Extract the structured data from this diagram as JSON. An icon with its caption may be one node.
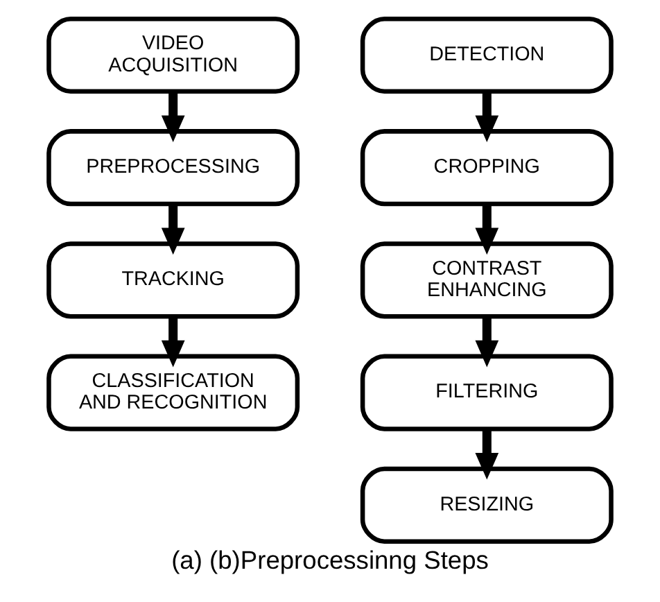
{
  "diagram": {
    "caption": "(a) (b)Preprocessinng Steps",
    "nodes": [
      {
        "text": [
          "VIDEO ACQUISITION"
        ]
      },
      {
        "text": [
          "PREPROCESSING"
        ]
      },
      {
        "text": [
          "TRACKING"
        ]
      },
      {
        "text": [
          "CLASSIFICATION AND RECOGNITION"
        ]
      },
      {
        "text": [
          "DETECTION"
        ]
      },
      {
        "text": [
          "CROPPING"
        ]
      },
      {
        "text": [
          "CONTRAST ENHANCING"
        ]
      },
      {
        "text": [
          "FILTERING"
        ]
      },
      {
        "text": [
          "RESIZING"
        ]
      }
    ],
    "edges": [
      {
        "from": 0,
        "to": 1,
        "arrow": "to"
      },
      {
        "from": 1,
        "to": 2,
        "arrow": "to"
      },
      {
        "from": 2,
        "to": 3,
        "arrow": "to"
      },
      {
        "from": 4,
        "to": 5,
        "arrow": "to"
      },
      {
        "from": 5,
        "to": 6,
        "arrow": "to"
      },
      {
        "from": 6,
        "to": 7,
        "arrow": "to"
      },
      {
        "from": 7,
        "to": 8,
        "arrow": "to"
      }
    ]
  }
}
